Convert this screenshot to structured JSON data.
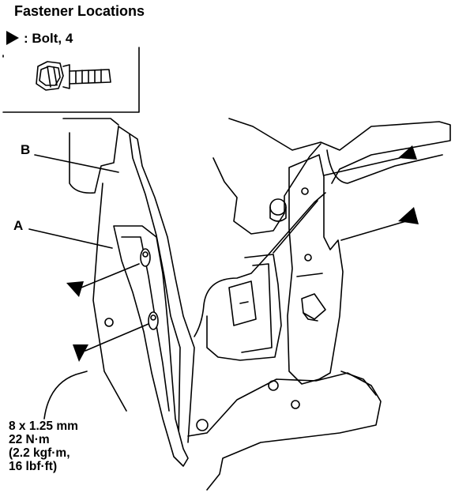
{
  "title": "Fastener Locations",
  "legend": {
    "symbol": "filled-triangle-marker",
    "text": ": Bolt, 4"
  },
  "labels": {
    "a": "A",
    "b": "B"
  },
  "torque_spec": [
    "8 x 1.25 mm",
    "22 N·m",
    "(2.2 kgf·m,",
    "16 lbf·ft)"
  ]
}
